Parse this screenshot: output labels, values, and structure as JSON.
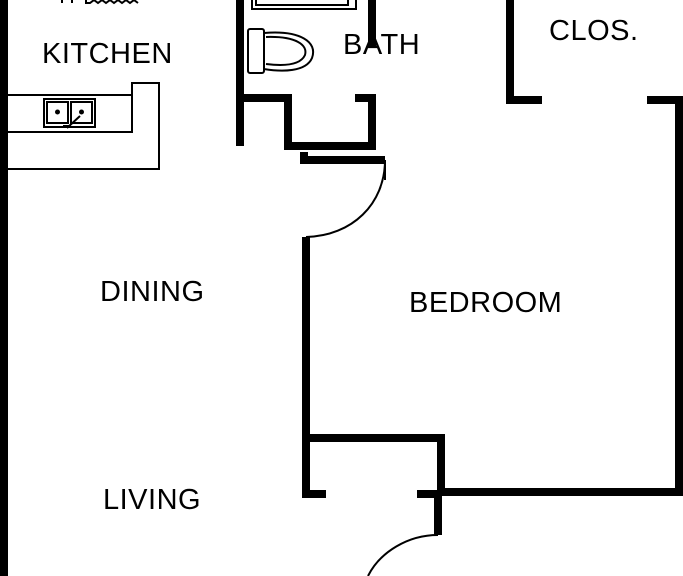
{
  "rooms": {
    "kitchen": "KITCHEN",
    "bath": "BATH",
    "closet": "CLOS.",
    "dining": "DINING",
    "bedroom": "BEDROOM",
    "living": "LIVING"
  },
  "colors": {
    "wall": "#000000",
    "background": "#ffffff"
  }
}
